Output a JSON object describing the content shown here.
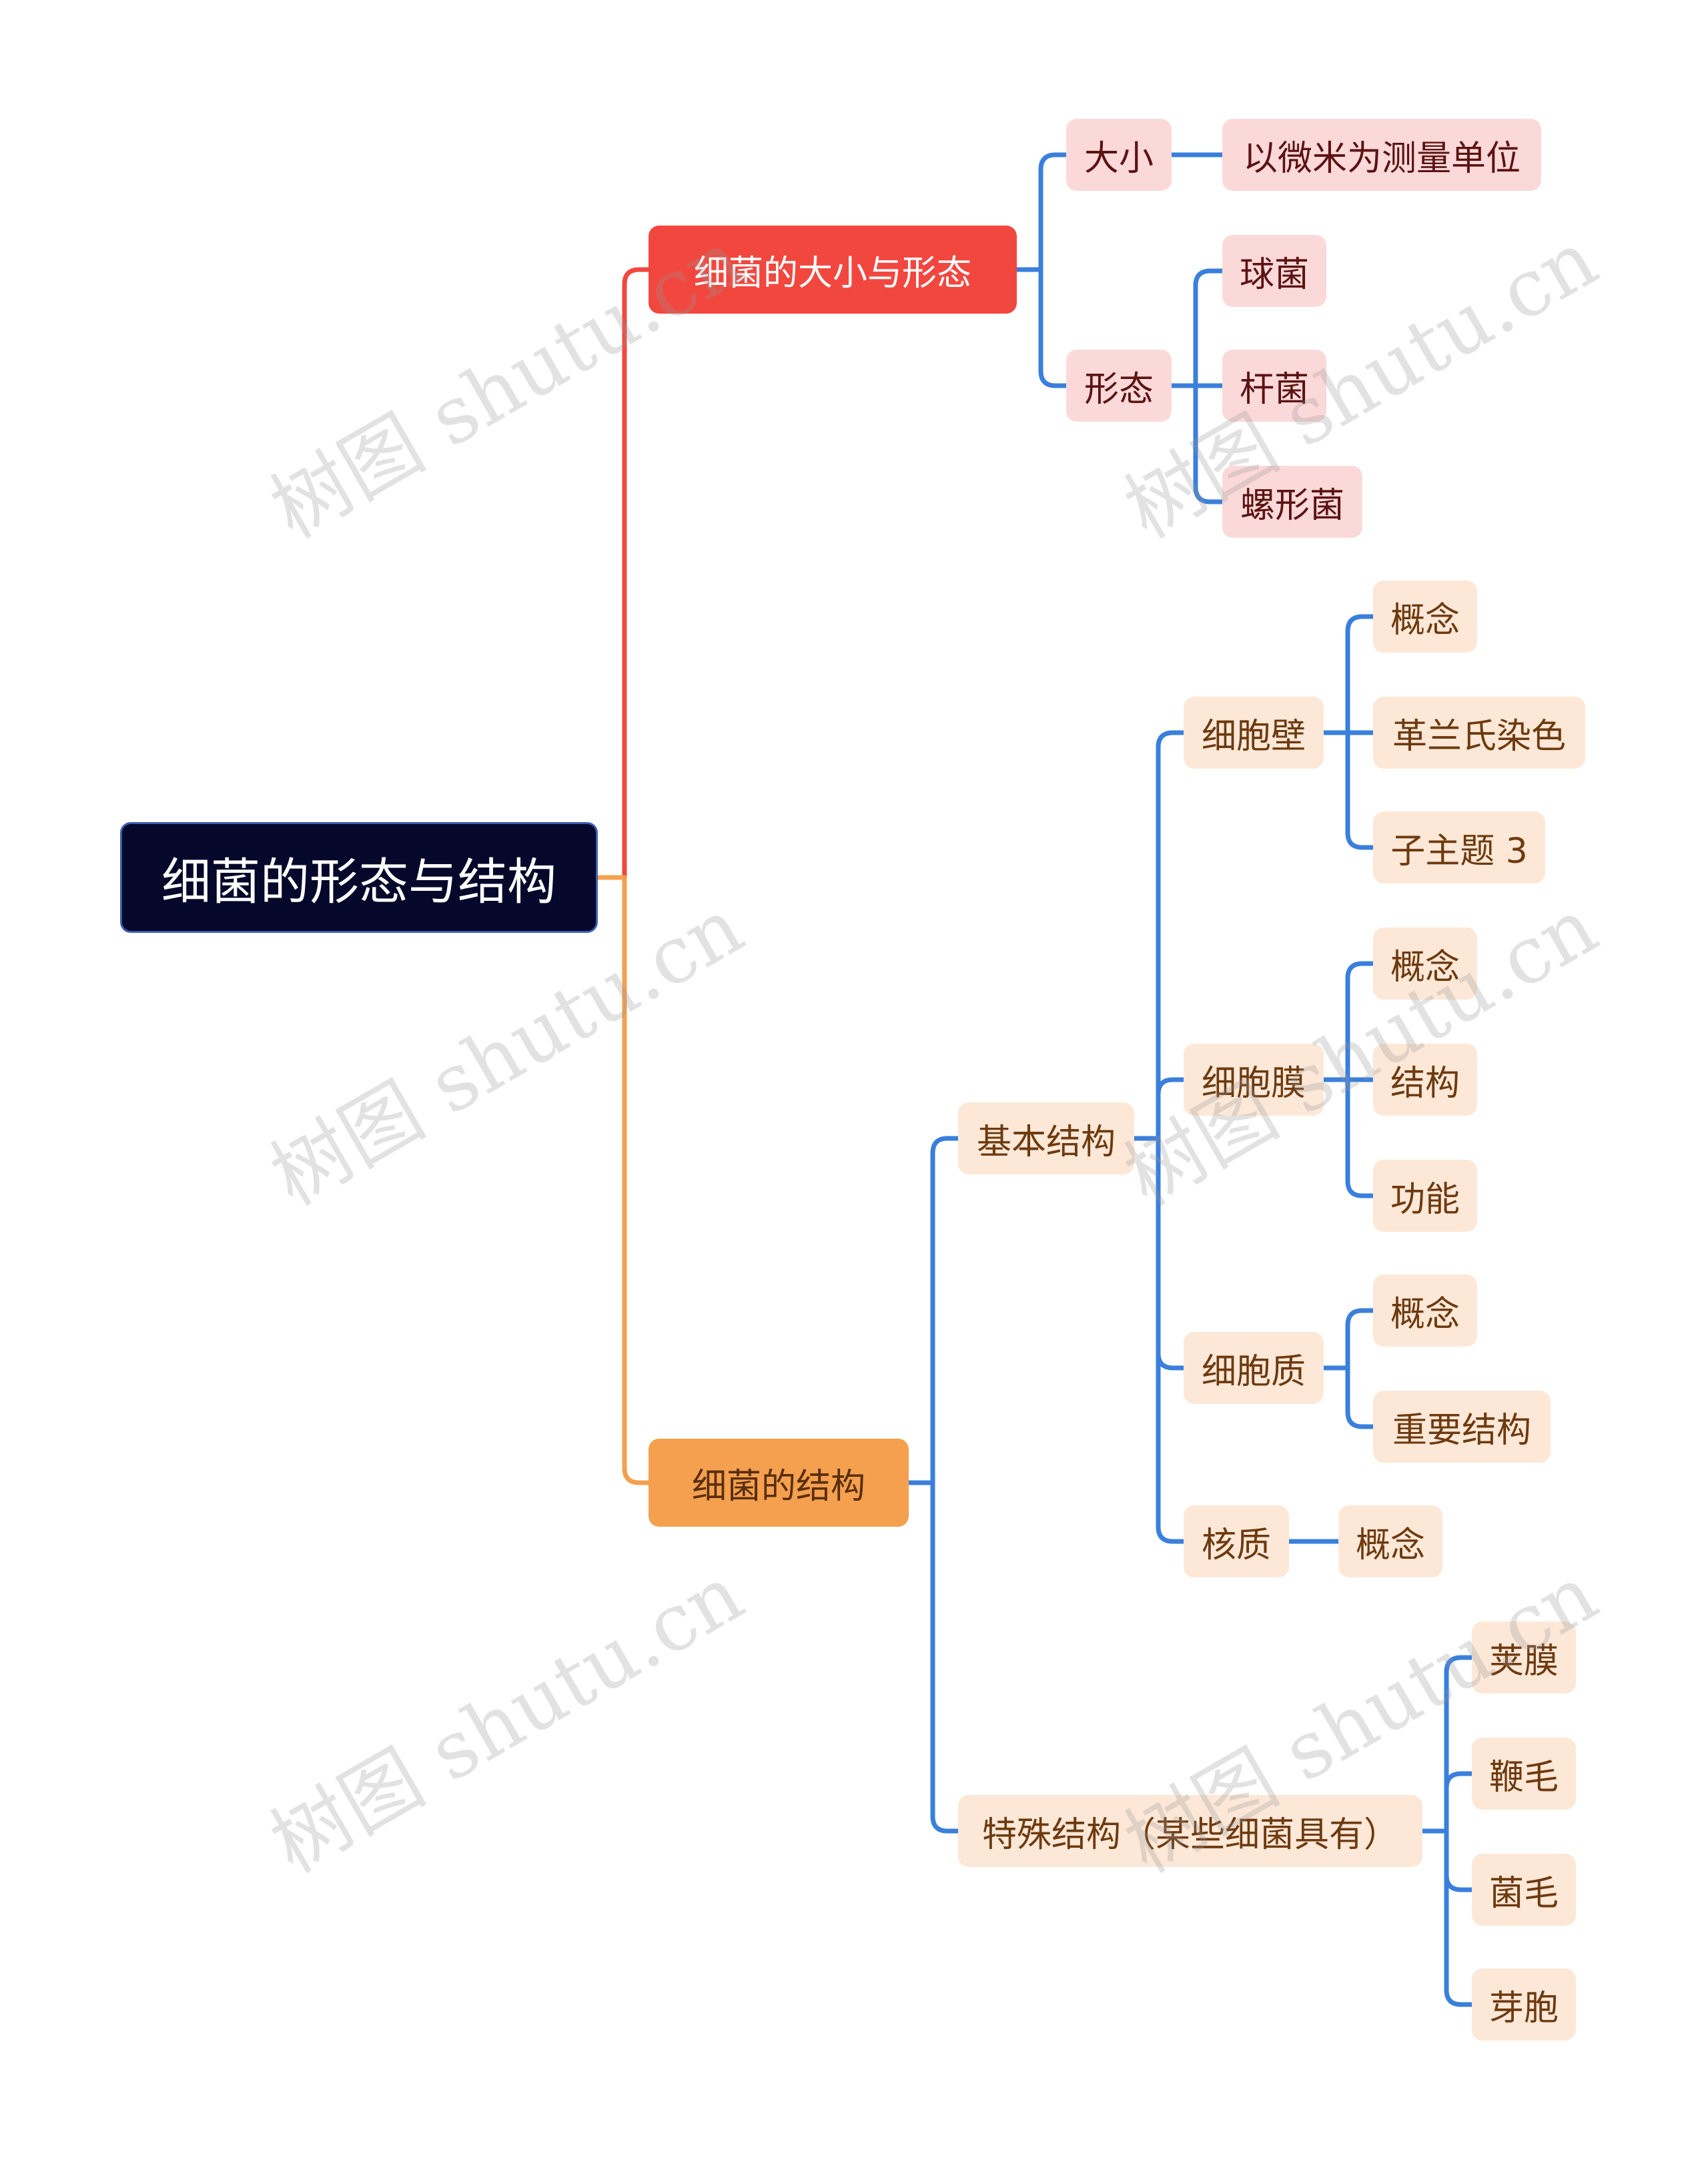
{
  "watermark": "树图 shutu.cn",
  "colors": {
    "root_bg": "#05082a",
    "red_branch": "#f2473f",
    "orange_branch": "#f4a04f",
    "connector_blue": "#3a7fdc",
    "pink_node": "#fcd9d9",
    "peach_node": "#fde8d8"
  },
  "root": {
    "label": "细菌的形态与结构"
  },
  "branches": [
    {
      "label": "细菌的大小与形态",
      "children": [
        {
          "label": "大小",
          "children": [
            {
              "label": "以微米为测量单位"
            }
          ]
        },
        {
          "label": "形态",
          "children": [
            {
              "label": "球菌"
            },
            {
              "label": "杆菌"
            },
            {
              "label": "螺形菌"
            }
          ]
        }
      ]
    },
    {
      "label": "细菌的结构",
      "children": [
        {
          "label": "基本结构",
          "children": [
            {
              "label": "细胞壁",
              "children": [
                {
                  "label": "概念"
                },
                {
                  "label": "革兰氏染色"
                },
                {
                  "label": "子主题 3"
                }
              ]
            },
            {
              "label": "细胞膜",
              "children": [
                {
                  "label": "概念"
                },
                {
                  "label": "结构"
                },
                {
                  "label": "功能"
                }
              ]
            },
            {
              "label": "细胞质",
              "children": [
                {
                  "label": "概念"
                },
                {
                  "label": "重要结构"
                }
              ]
            },
            {
              "label": "核质",
              "children": [
                {
                  "label": "概念"
                }
              ]
            }
          ]
        },
        {
          "label": "特殊结构（某些细菌具有）",
          "children": [
            {
              "label": "荚膜"
            },
            {
              "label": "鞭毛"
            },
            {
              "label": "菌毛"
            },
            {
              "label": "芽胞"
            }
          ]
        }
      ]
    }
  ]
}
